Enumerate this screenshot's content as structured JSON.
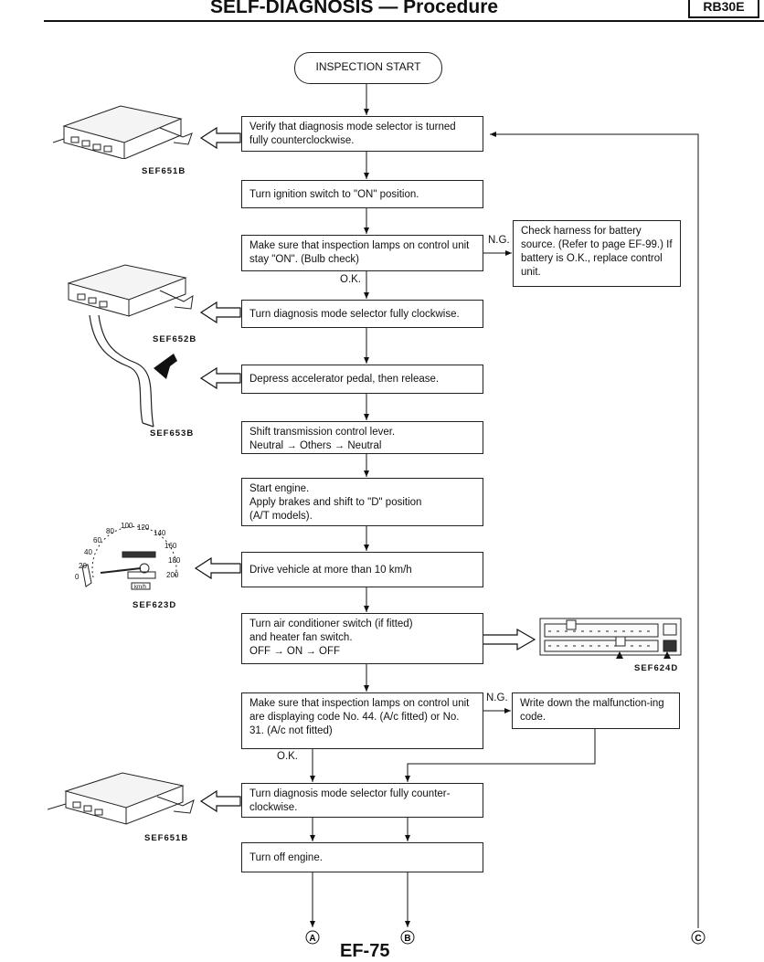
{
  "header": {
    "title": "SELF-DIAGNOSIS — Procedure",
    "code": "RB30E"
  },
  "flowchart": {
    "start": "INSPECTION START",
    "steps": [
      "Verify that diagnosis mode selector is turned fully counterclockwise.",
      "Turn ignition switch to \"ON\" position.",
      "Make sure that inspection lamps on control unit stay \"ON\". (Bulb check)",
      "Turn diagnosis mode selector fully clockwise.",
      "Depress accelerator pedal, then release.",
      "Shift transmission control lever.\nNeutral → Others → Neutral",
      "Start engine.\nApply brakes and shift to \"D\" position\n(A/T models).",
      "Drive vehicle at more than 10 km/h",
      "Turn air conditioner switch (if fitted)\n and heater fan switch.\n OFF → ON → OFF",
      "Make sure that inspection lamps on control unit are displaying code No. 44. (A/c fitted) or No. 31. (A/c not fitted)",
      "Turn diagnosis mode selector fully counter-clockwise.",
      "Turn off engine."
    ],
    "side_boxes": {
      "battery_check": "Check harness for battery source. (Refer to page EF-99.) If battery is O.K., replace control unit.",
      "write_code": "Write down the malfunction-ing code."
    },
    "edge_labels": {
      "ng": "N.G.",
      "ok": "O.K."
    },
    "connectors": {
      "a": "A",
      "b": "B",
      "c": "C"
    }
  },
  "figures": {
    "f1": "SEF651B",
    "f2": "SEF652B",
    "f3": "SEF653B",
    "f4": "SEF623D",
    "f5": "SEF624D",
    "f6": "SEF651B"
  },
  "speedometer": {
    "ticks": [
      "0",
      "20",
      "40",
      "60",
      "80",
      "100",
      "120",
      "140",
      "160",
      "180",
      "200"
    ],
    "unit": "km/h"
  },
  "page": {
    "number": "EF-75"
  }
}
